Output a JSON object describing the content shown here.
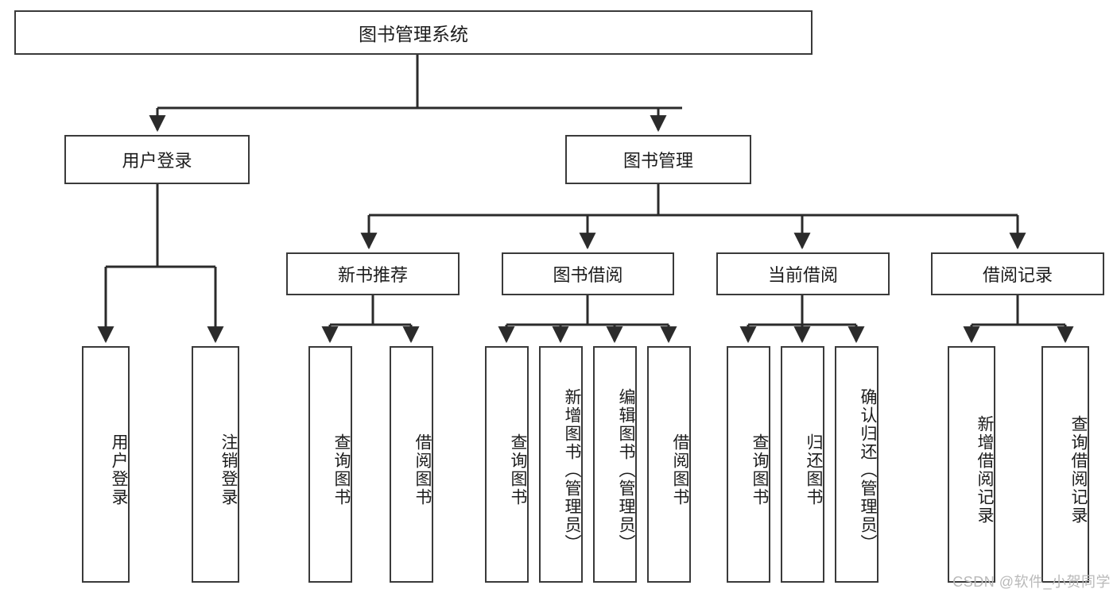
{
  "diagram": {
    "title": "图书管理系统",
    "watermark": "CSDN @软件_小贺同学",
    "colors": {
      "box_border": "#3a3a3a",
      "edge": "#2b2b2b",
      "background": "#ffffff",
      "text": "#1c1c1c",
      "watermark": "#b9b9b9"
    },
    "root": {
      "label": "图书管理系统"
    },
    "level2": [
      {
        "label": "用户登录"
      },
      {
        "label": "图书管理"
      }
    ],
    "level3": [
      {
        "label": "新书推荐"
      },
      {
        "label": "图书借阅"
      },
      {
        "label": "当前借阅"
      },
      {
        "label": "借阅记录"
      }
    ],
    "leaves": {
      "user_login": [
        {
          "label": "用户登录"
        },
        {
          "label": "注销登录"
        }
      ],
      "new_book_recommend": [
        {
          "label": "查询图书"
        },
        {
          "label": "借阅图书"
        }
      ],
      "book_borrow": [
        {
          "label": "查询图书"
        },
        {
          "label": "新增图书（管理员）"
        },
        {
          "label": "编辑图书（管理员）"
        },
        {
          "label": "借阅图书"
        }
      ],
      "current_borrow": [
        {
          "label": "查询图书"
        },
        {
          "label": "归还图书"
        },
        {
          "label": "确认归还（管理员）"
        }
      ],
      "borrow_record": [
        {
          "label": "新增借阅记录"
        },
        {
          "label": "查询借阅记录"
        }
      ]
    }
  }
}
